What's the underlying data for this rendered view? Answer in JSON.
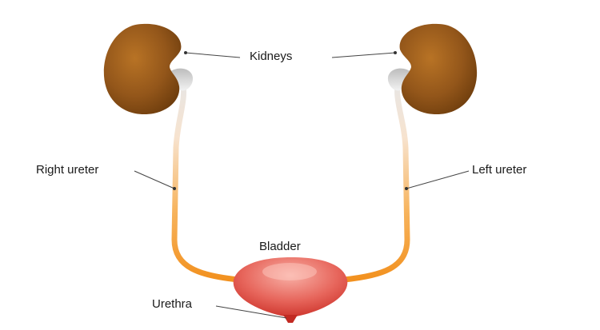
{
  "labels": {
    "kidneys": "Kidneys",
    "right_ureter": "Right ureter",
    "left_ureter": "Left ureter",
    "bladder": "Bladder",
    "urethra": "Urethra"
  },
  "colors": {
    "kidney_light": "#a8661c",
    "kidney_dark": "#6e3d0d",
    "ureter_top": "#e8e8e8",
    "ureter_bottom": "#f59a2c",
    "bladder_light": "#f7a29b",
    "bladder_dark": "#d83a31",
    "leader_line": "#444444"
  }
}
